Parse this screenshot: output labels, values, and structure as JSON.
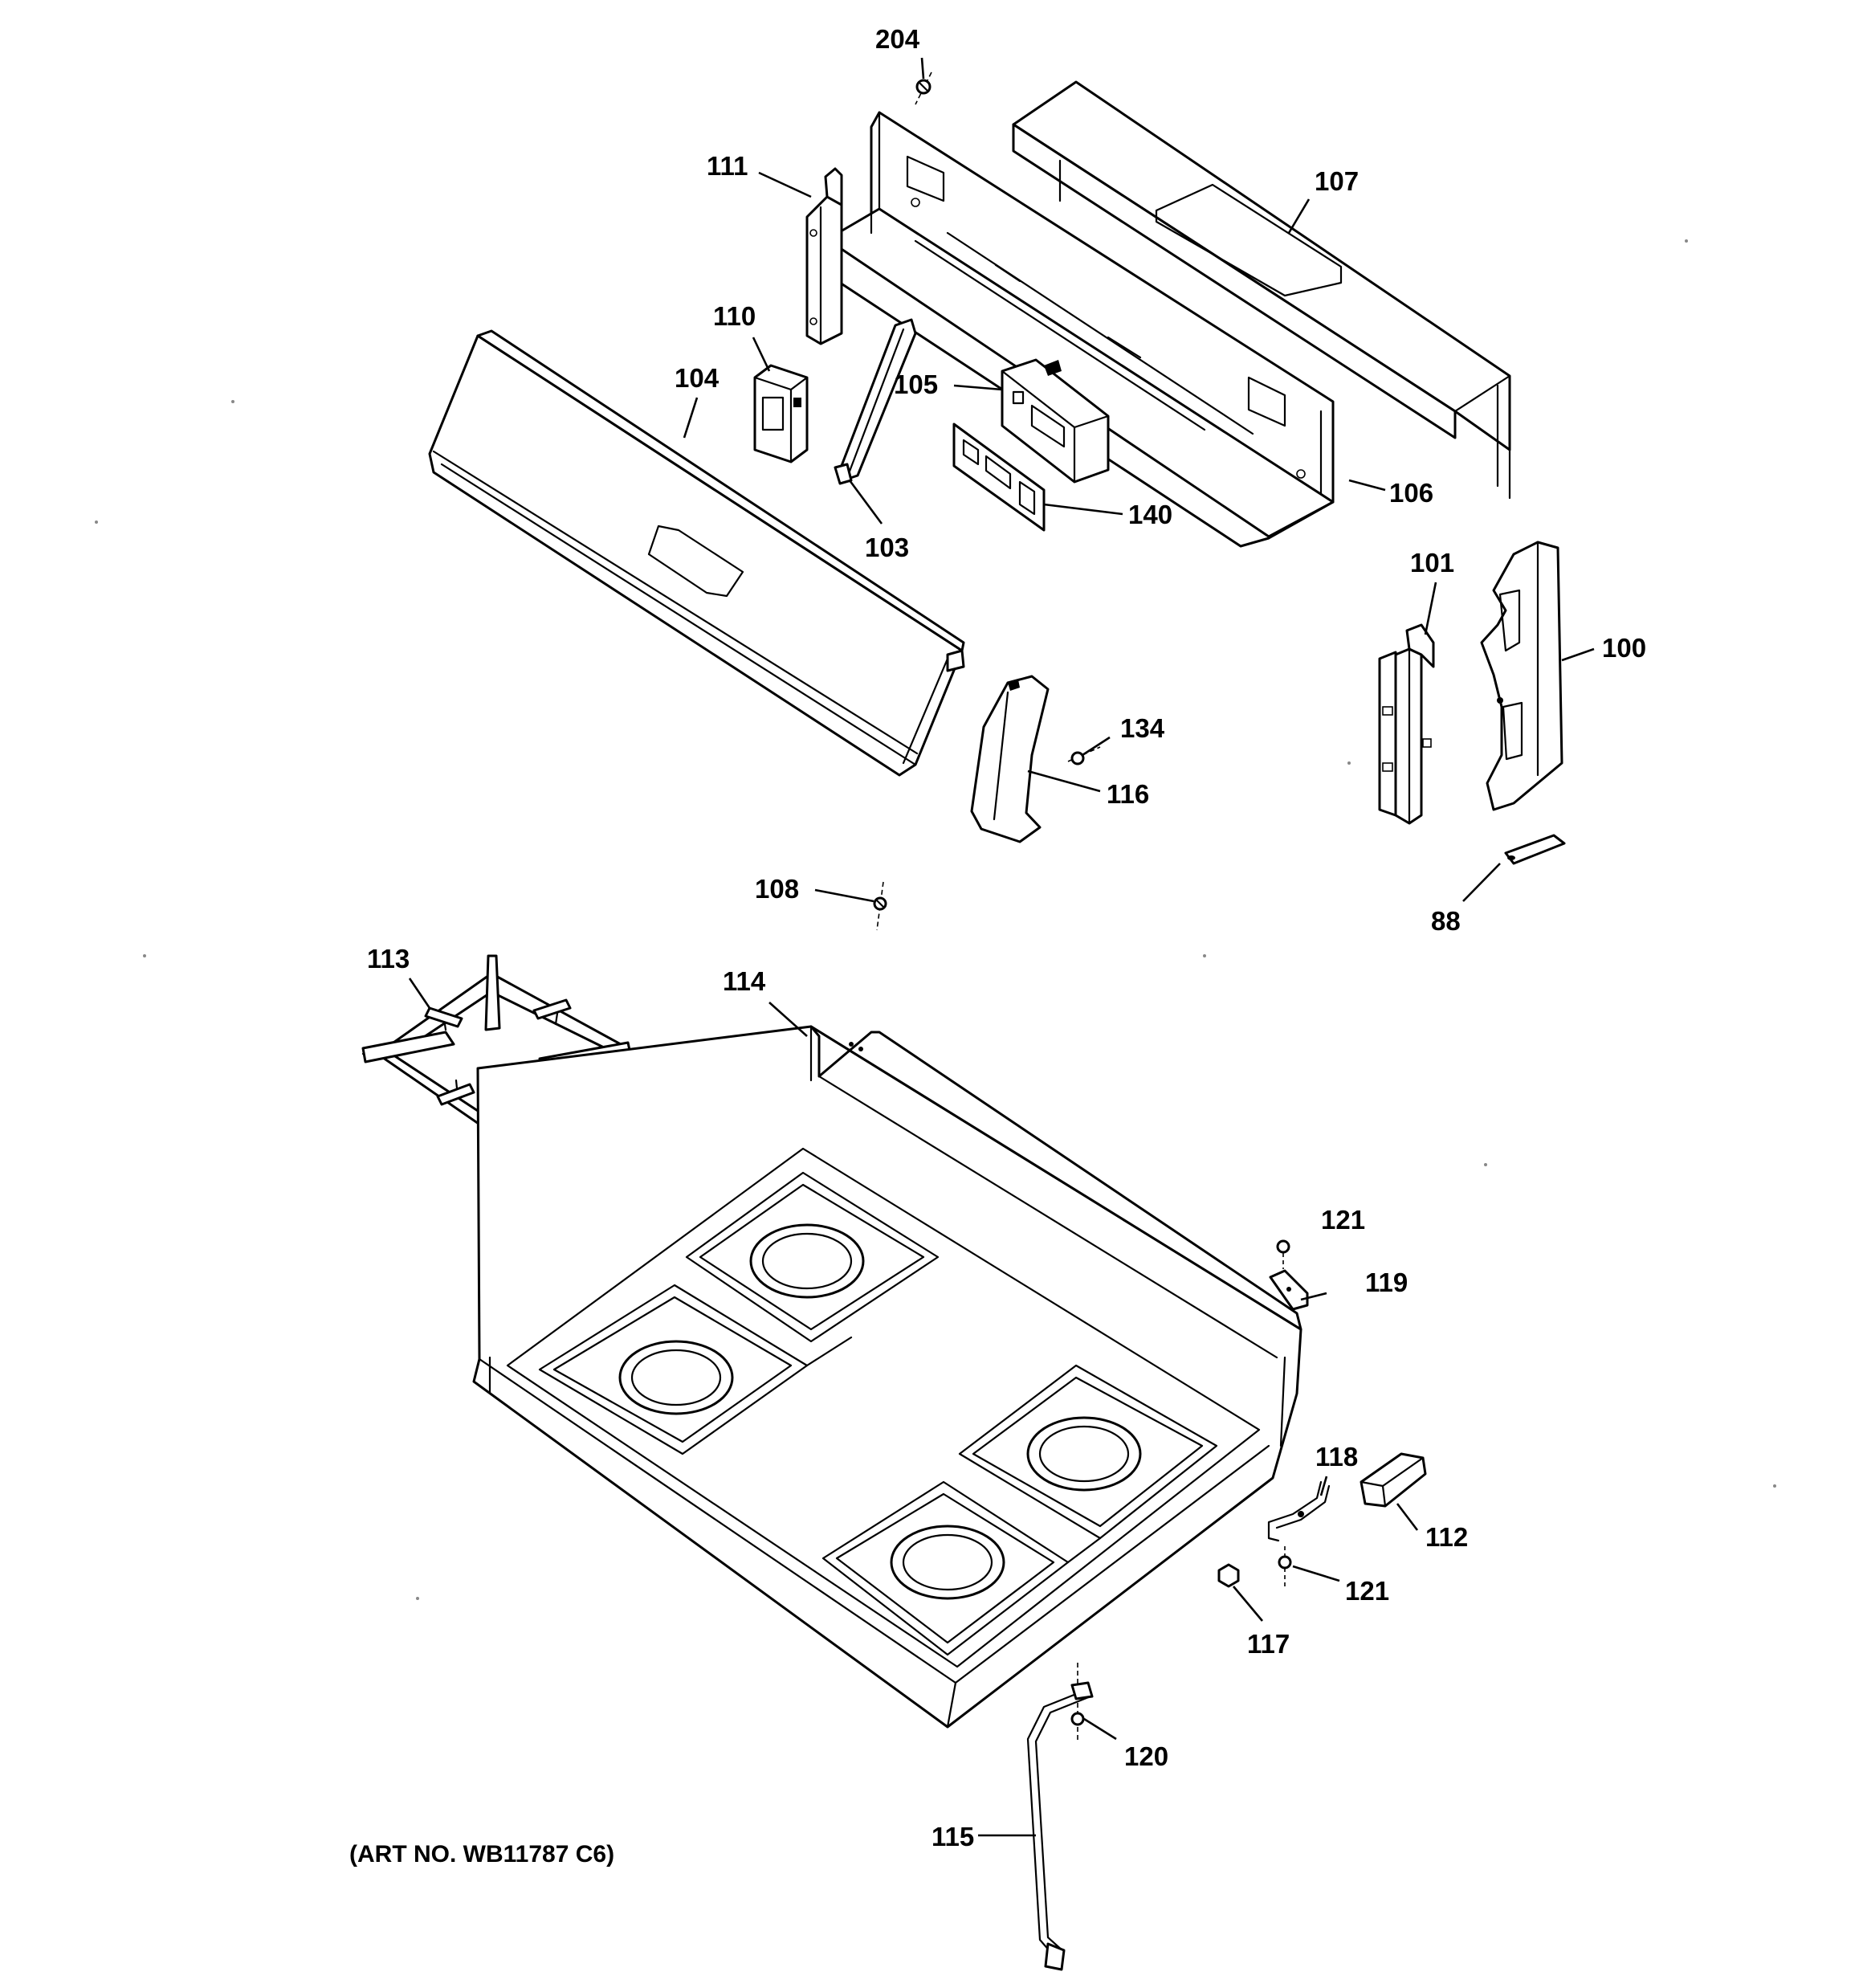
{
  "diagram": {
    "art_number": "(ART NO. WB11787 C6)",
    "callouts": {
      "p204": "204",
      "p111": "111",
      "p107": "107",
      "p110": "110",
      "p104": "104",
      "p105": "105",
      "p106": "106",
      "p140": "140",
      "p103": "103",
      "p101": "101",
      "p100": "100",
      "p134": "134",
      "p116": "116",
      "p108": "108",
      "p88": "88",
      "p113": "113",
      "p114": "114",
      "p121a": "121",
      "p119": "119",
      "p118": "118",
      "p112": "112",
      "p121b": "121",
      "p117": "117",
      "p120": "120",
      "p115": "115"
    }
  }
}
